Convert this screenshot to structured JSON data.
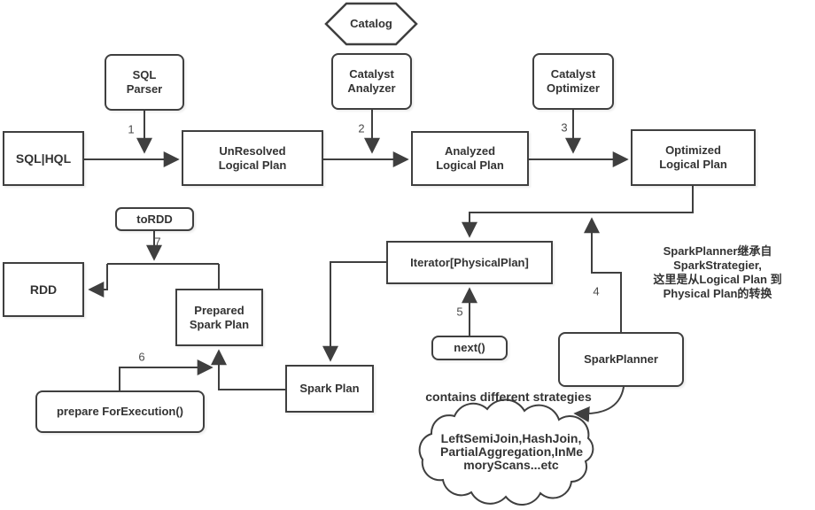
{
  "colors": {
    "line": "#3f3f3f",
    "text": "#333333",
    "background": "#ffffff"
  },
  "nodes": {
    "catalog": {
      "label": "Catalog",
      "shape": "hexagon"
    },
    "sql_parser": {
      "label": "SQL\nParser",
      "shape": "rounded"
    },
    "catalyst_analyzer": {
      "label": "Catalyst\nAnalyzer",
      "shape": "rounded"
    },
    "catalyst_optimizer": {
      "label": "Catalyst\nOptimizer",
      "shape": "rounded"
    },
    "sql_hql": {
      "label": "SQL|HQL",
      "shape": "rect"
    },
    "unresolved_logical_plan": {
      "label": "UnResolved\nLogical Plan",
      "shape": "rect"
    },
    "analyzed_logical_plan": {
      "label": "Analyzed\nLogical Plan",
      "shape": "rect"
    },
    "optimized_logical_plan": {
      "label": "Optimized\nLogical Plan",
      "shape": "rect"
    },
    "tordd": {
      "label": "toRDD",
      "shape": "rounded"
    },
    "rdd": {
      "label": "RDD",
      "shape": "rect"
    },
    "prepared_spark_plan": {
      "label": "Prepared\nSpark Plan",
      "shape": "rect"
    },
    "iterator_physical_plan": {
      "label": "Iterator[PhysicalPlan]",
      "shape": "rect"
    },
    "next_call": {
      "label": "next()",
      "shape": "rounded"
    },
    "spark_planner": {
      "label": "SparkPlanner",
      "shape": "rounded"
    },
    "spark_plan": {
      "label": "Spark Plan",
      "shape": "rect"
    },
    "prepare_for_execution": {
      "label": "prepare ForExecution()",
      "shape": "rounded"
    },
    "strategies_cloud": {
      "label": "LeftSemiJoin,HashJoin,\nPartialAggregation,InMe\nmoryScans...etc",
      "shape": "cloud"
    }
  },
  "step_labels": [
    "1",
    "2",
    "3",
    "4",
    "5",
    "6",
    "7"
  ],
  "annotations": {
    "spark_planner_note": "SparkPlanner继承自SparkStrategier,\n这里是从Logical Plan 到\nPhysical Plan的转换",
    "strategies_note": "contains different strategies"
  }
}
